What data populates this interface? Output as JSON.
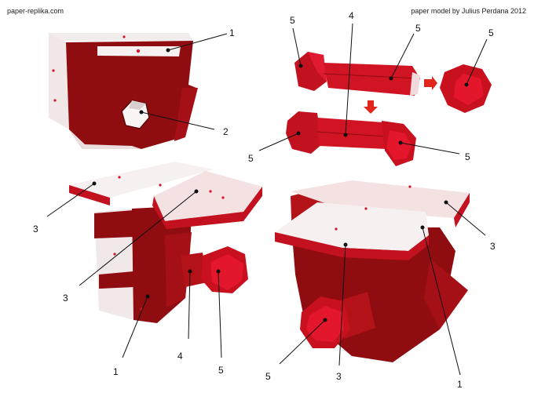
{
  "header": {
    "site": "paper-replika.com",
    "credit": "paper model by Julius Perdana 2012"
  },
  "colors": {
    "red_dark": "#8f0c10",
    "red_mid": "#b31218",
    "red_bright": "#d41428",
    "white_face": "#f6f0f0",
    "pink_face": "#f3d9db",
    "leader": "#111111",
    "arrow": "#e3261b"
  },
  "parts": {
    "p1": "1",
    "p2": "2",
    "p3": "3",
    "p4": "4",
    "p5": "5"
  }
}
